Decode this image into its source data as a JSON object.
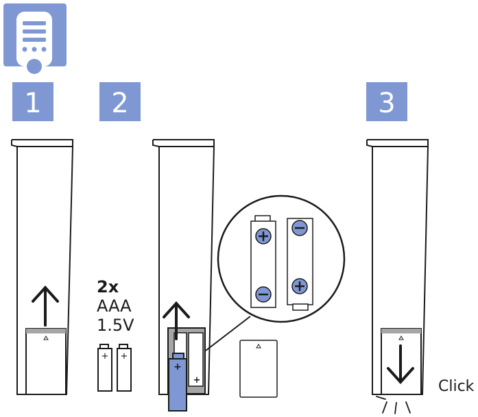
{
  "header": {
    "icon": "remote-control-icon"
  },
  "steps": [
    {
      "number": "1"
    },
    {
      "number": "2"
    },
    {
      "number": "3"
    }
  ],
  "battery_spec": {
    "count": "2x",
    "type": "AAA",
    "voltage": "1.5V"
  },
  "polarity": {
    "plus": "+",
    "minus": "−"
  },
  "click_label": "Click",
  "colors": {
    "accent": "#7f98d4",
    "accent_dark": "#4f6ab0",
    "line": "#1a1a1a",
    "cover_gray": "#a6a6a6"
  }
}
